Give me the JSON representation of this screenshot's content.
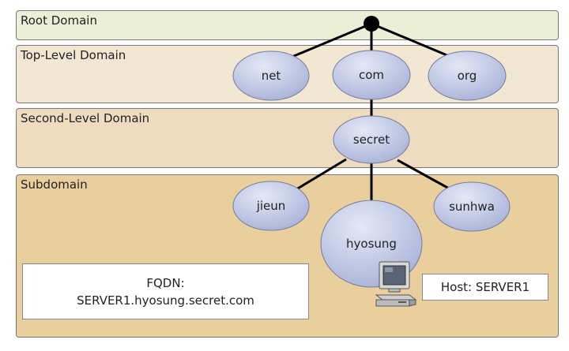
{
  "bands": {
    "root": "Root Domain",
    "tld": "Top-Level Domain",
    "sld": "Second-Level Domain",
    "sub": "Subdomain"
  },
  "nodes": {
    "net": "net",
    "com": "com",
    "org": "org",
    "secret": "secret",
    "jieun": "jieun",
    "hyosung": "hyosung",
    "sunhwa": "sunhwa"
  },
  "fqdn": {
    "label": "FQDN:",
    "value": "SERVER1.hyosung.secret.com"
  },
  "host": {
    "label": "Host: SERVER1"
  },
  "colors": {
    "node_fill_light": "#e4e8f6",
    "node_fill_dark": "#a9b3d9",
    "edge": "#000000"
  },
  "icons": {
    "root_node": "black-dot",
    "host": "computer-icon"
  }
}
